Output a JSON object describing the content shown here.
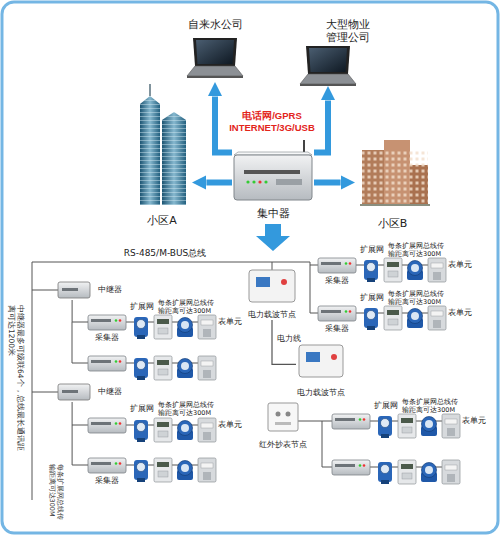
{
  "diagram": {
    "nodes": [
      {
        "text": [
          "自来水公司"
        ]
      },
      {
        "text": [
          "大型物业管理公司"
        ]
      },
      {
        "text": [
          "小区A"
        ]
      },
      {
        "text": [
          "集中器"
        ]
      },
      {
        "text": [
          "小区B"
        ]
      },
      {
        "text": [
          "中继器"
        ]
      },
      {
        "text": [
          "采集器"
        ]
      },
      {
        "text": [
          "中继器"
        ]
      },
      {
        "text": [
          "采集器"
        ]
      },
      {
        "text": [
          "电力载波节点"
        ]
      },
      {
        "text": [
          "电力载波节点"
        ]
      },
      {
        "text": [
          "红外抄表节点"
        ]
      },
      {
        "text": [
          "采集器"
        ]
      },
      {
        "text": [
          "采集器"
        ]
      }
    ],
    "edges": [
      {
        "from": 3,
        "to": 0,
        "arrow": "to"
      },
      {
        "from": 3,
        "to": 1,
        "arrow": "to"
      },
      {
        "from": 3,
        "to": 2,
        "arrow": "to"
      },
      {
        "from": 3,
        "to": 4,
        "arrow": "to"
      },
      {
        "from": 9,
        "to": 10,
        "label": "电力线",
        "arrow": "none"
      },
      {
        "from": 5,
        "to": 6,
        "arrow": "none"
      },
      {
        "from": 7,
        "to": 8,
        "arrow": "none"
      }
    ],
    "labels": [
      "电话网/GPRS",
      "INTERNET/3G/USB",
      "RS-485/M-BUS总线",
      "中继器最多可级联64个，总线最长通讯距离可达1200米",
      "扩展网",
      "每条扩展网总线传输距离可达300M",
      "表单元",
      "扩展网",
      "每条扩展网总线传输距离可达300M",
      "表单元",
      "每条扩展网总线传输距离可达300M",
      "扩展网",
      "每条扩展网总线传输距离可达300M",
      "表单元",
      "扩展网",
      "每条扩展网总线传输距离可达300M",
      "表单元",
      "扩展网",
      "每条扩展网总线传输距离可达300M",
      "表单元"
    ]
  }
}
